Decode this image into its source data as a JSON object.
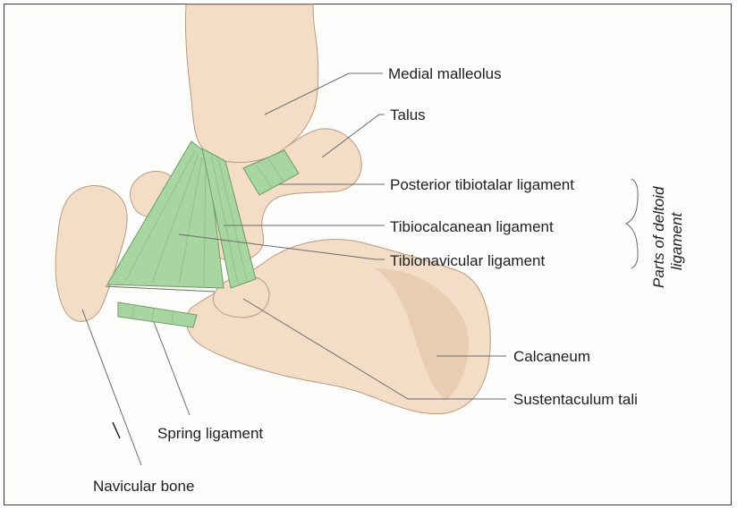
{
  "labels": {
    "medial_malleolus": "Medial malleolus",
    "talus": "Talus",
    "posterior_tibiotalar": "Posterior tibiotalar ligament",
    "tibiocalcanean": "Tibiocalcanean ligament",
    "tibionavicular": "Tibionavicular ligament",
    "calcaneum": "Calcaneum",
    "sustentaculum_tali": "Sustentaculum tali",
    "spring_ligament": "Spring ligament",
    "navicular_bone": "Navicular bone",
    "deltoid_group_line1": "Parts of deltoid",
    "deltoid_group_line2": "ligament"
  },
  "colors": {
    "bone": "#f4ddc6",
    "ligament": "#a8d6a0",
    "leader_line": "#6b6b6b",
    "text": "#1f1f1f"
  }
}
